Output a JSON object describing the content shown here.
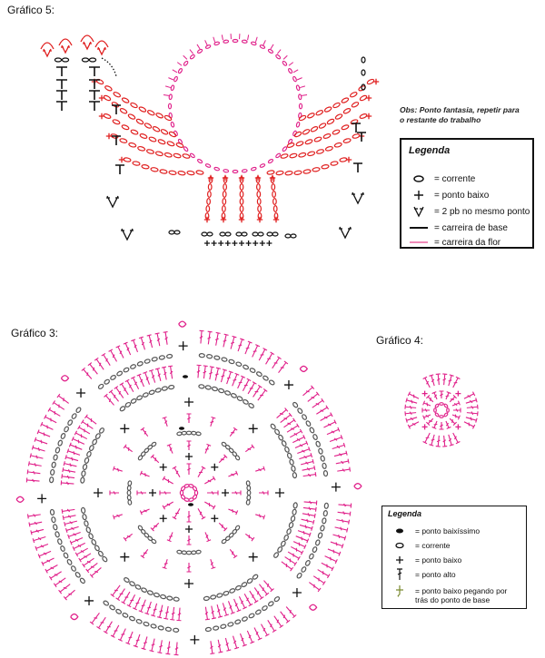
{
  "colors": {
    "black": "#111111",
    "red": "#e02020",
    "pink": "#e0208a",
    "grey": "#555555",
    "olive": "#7a8a30"
  },
  "titles": {
    "g5": "Gráfico 5:",
    "g3": "Gráfico 3:",
    "g4": "Gráfico 4:"
  },
  "obs": {
    "line1": "Obs: Ponto fantasia, repetir para",
    "line2": "o restante do trabalho"
  },
  "legend1": {
    "title": "Legenda",
    "items": [
      {
        "symbol": "chain-icon",
        "label": "= corrente"
      },
      {
        "symbol": "sc-icon",
        "label": "= ponto baixo"
      },
      {
        "symbol": "v-icon",
        "label": "= 2 pb no mesmo ponto"
      },
      {
        "symbol": "base-line-icon",
        "label": "= carreira de base"
      },
      {
        "symbol": "flower-line-icon",
        "label": "= carreira da flor"
      }
    ]
  },
  "legend2": {
    "title": "Legenda",
    "items": [
      {
        "symbol": "slip-stitch-icon",
        "label": "= ponto baixíssimo"
      },
      {
        "symbol": "chain-icon",
        "label": "= corrente"
      },
      {
        "symbol": "sc-icon",
        "label": "= ponto baixo"
      },
      {
        "symbol": "dc-icon",
        "label": "= ponto alto"
      },
      {
        "symbol": "bpsc-icon",
        "label": "= ponto baixo pegando por"
      },
      {
        "symbol": "",
        "label": "trás do ponto de base"
      }
    ]
  }
}
